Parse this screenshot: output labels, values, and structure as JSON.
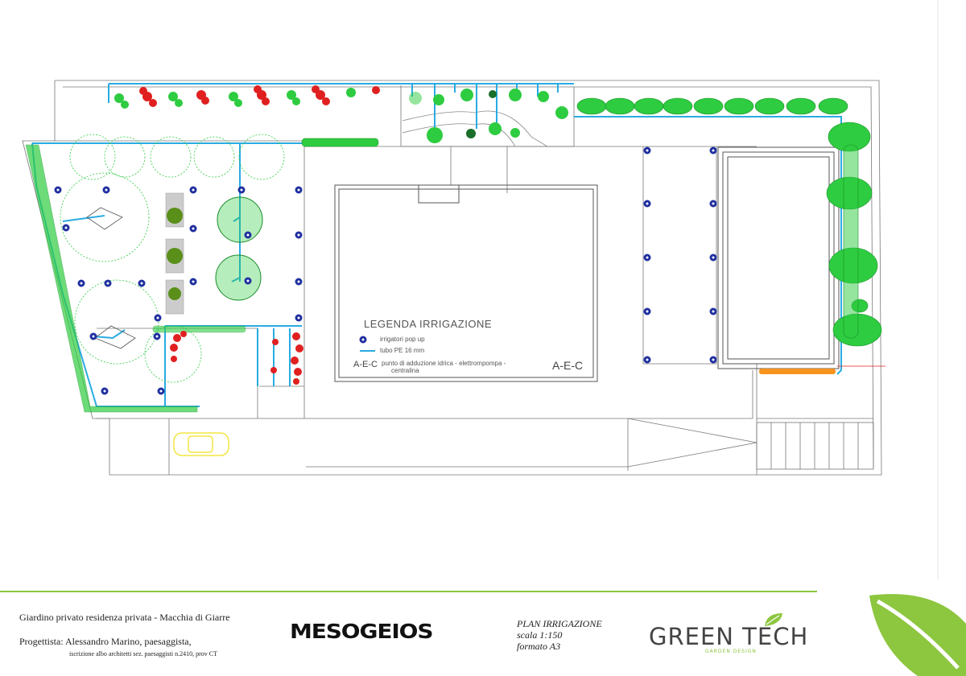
{
  "legend": {
    "title": "LEGENDA IRRIGAZIONE",
    "items": [
      {
        "symbol": "pop-up-sprinkler-icon",
        "label": "irrigatori pop up",
        "color": "#1f2fa0"
      },
      {
        "symbol": "pipe-line-icon",
        "label": "tubo PE 16 mm",
        "color": "#29abe2"
      },
      {
        "symbol": "A-E-C",
        "label_line1": "punto di adduzione idrica - elettrompompa -",
        "label_line2": "centralina"
      }
    ]
  },
  "plan_codes": {
    "right_code": "A-E-C"
  },
  "footer": {
    "title": "Giardino privato residenza privata - Macchia di Giarre",
    "designer": "Progettista: Alessandro Marino, paesaggista,",
    "registry": "iscrizione albo architetti sez. paesaggisti n.2410, prov CT",
    "brand": "MESOGEIOS",
    "plan_name": "PLAN IRRIGAZIONE",
    "scale": "scala 1:150",
    "format": "formato A3",
    "company": "GREEN TECH",
    "company_sub": "GARDEN DESIGN"
  },
  "colors": {
    "sprinkler": "#1f2fa0",
    "pipe": "#29abe2",
    "plant_green": "#2ecc40",
    "flower_red": "#e02020",
    "accent_green": "#8dc63f",
    "car_yellow": "#f4e542"
  }
}
